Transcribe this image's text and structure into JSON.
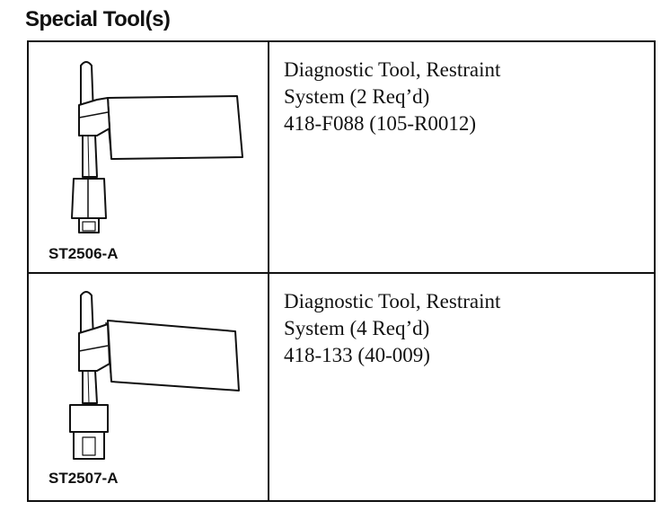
{
  "section": {
    "title": "Special Tool(s)"
  },
  "tools": [
    {
      "illustration_id": "ST2506-A",
      "description_lines": [
        "Diagnostic Tool, Restraint",
        "System (2 Req’d)",
        "418-F088 (105-R0012)"
      ]
    },
    {
      "illustration_id": "ST2507-A",
      "description_lines": [
        "Diagnostic Tool, Restraint",
        "System (4 Req’d)",
        "418-133 (40-009)"
      ]
    }
  ]
}
